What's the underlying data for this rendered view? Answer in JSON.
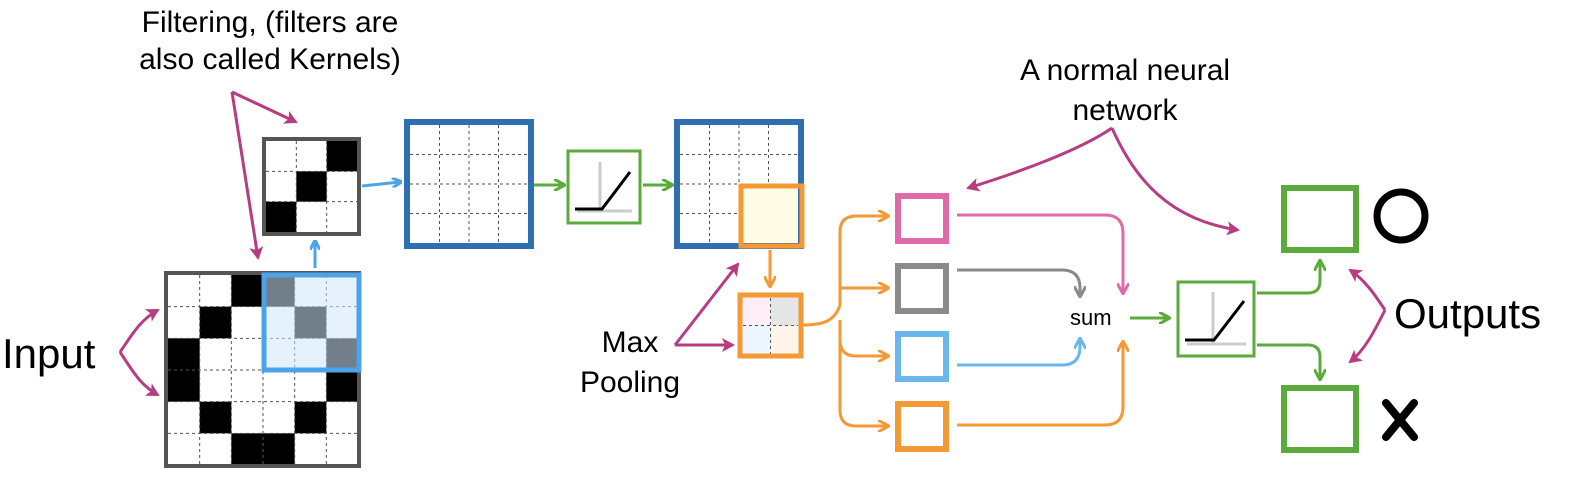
{
  "labels": {
    "filtering_line1": "Filtering, (filters are",
    "filtering_line2": "also called Kernels)",
    "normal_nn_line1": "A normal neural",
    "normal_nn_line2": "network",
    "input": "Input",
    "max_line1": "Max",
    "max_line2": "Pooling",
    "sum": "sum",
    "outputs": "Outputs"
  },
  "input_image": {
    "rows": 6,
    "cols": 6,
    "cells": [
      [
        0,
        0,
        1,
        1,
        0,
        0
      ],
      [
        0,
        1,
        0,
        0,
        1,
        0
      ],
      [
        1,
        0,
        0,
        0,
        0,
        1
      ],
      [
        1,
        0,
        0,
        0,
        0,
        1
      ],
      [
        0,
        1,
        0,
        0,
        1,
        0
      ],
      [
        0,
        0,
        1,
        1,
        0,
        0
      ]
    ]
  },
  "filter": {
    "rows": 3,
    "cols": 3,
    "cells": [
      [
        0,
        0,
        1
      ],
      [
        0,
        1,
        0
      ],
      [
        1,
        0,
        0
      ]
    ]
  },
  "feature_map": {
    "rows": 4,
    "cols": 4
  },
  "output_symbols": {
    "o": "circle-icon",
    "x": "x-icon"
  },
  "colors": {
    "filter_border": "#555555",
    "input_border": "#555555",
    "highlight_blue": "#4da3ea",
    "feature_map_border": "#2f6fb0",
    "relu_green": "#5bab3c",
    "pool_orange": "#f39a36",
    "annotation_magenta": "#b83c82",
    "node_pink": "#e06aaa",
    "node_gray": "#8a8a8a",
    "node_lightblue": "#6ab7ee",
    "node_orange": "#f39a36",
    "output_green": "#5bab3c"
  }
}
